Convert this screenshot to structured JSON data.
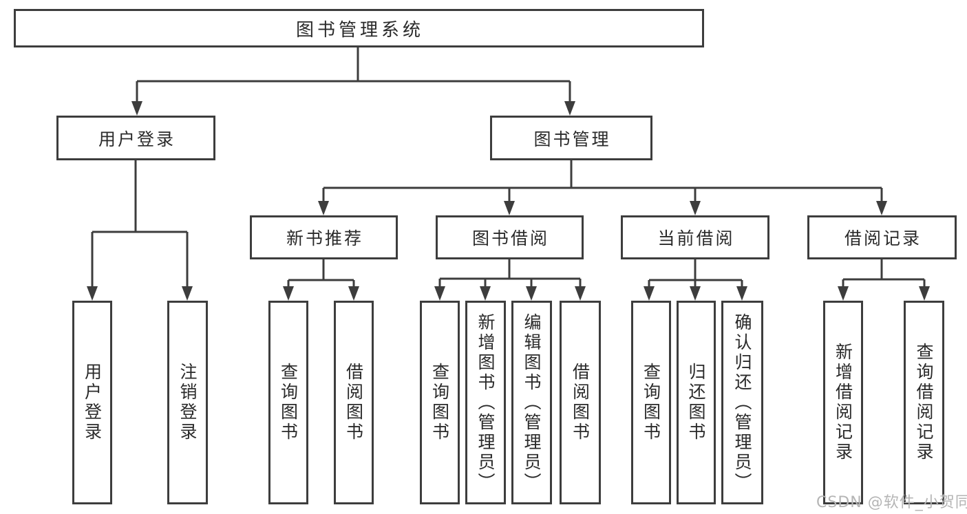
{
  "diagram": {
    "root": {
      "label": "图书管理系统"
    },
    "branches": [
      {
        "label": "用户登录",
        "children": [
          {
            "label": "用户登录"
          },
          {
            "label": "注销登录"
          }
        ]
      },
      {
        "label": "图书管理",
        "children": [
          {
            "label": "新书推荐",
            "children": [
              {
                "label": "查询图书"
              },
              {
                "label": "借阅图书"
              }
            ]
          },
          {
            "label": "图书借阅",
            "children": [
              {
                "label": "查询图书"
              },
              {
                "label": "新增图书（管理员）"
              },
              {
                "label": "编辑图书（管理员）"
              },
              {
                "label": "借阅图书"
              }
            ]
          },
          {
            "label": "当前借阅",
            "children": [
              {
                "label": "查询图书"
              },
              {
                "label": "归还图书"
              },
              {
                "label": "确认归还（管理员）"
              }
            ]
          },
          {
            "label": "借阅记录",
            "children": [
              {
                "label": "新增借阅记录"
              },
              {
                "label": "查询借阅记录"
              }
            ]
          }
        ]
      }
    ]
  },
  "watermark": {
    "text": "CSDN @软件_小贺同学"
  },
  "colors": {
    "line": "#3d3d3d",
    "text": "#2a2a2a",
    "watermark": "#b5b5b5",
    "background": "#ffffff"
  }
}
